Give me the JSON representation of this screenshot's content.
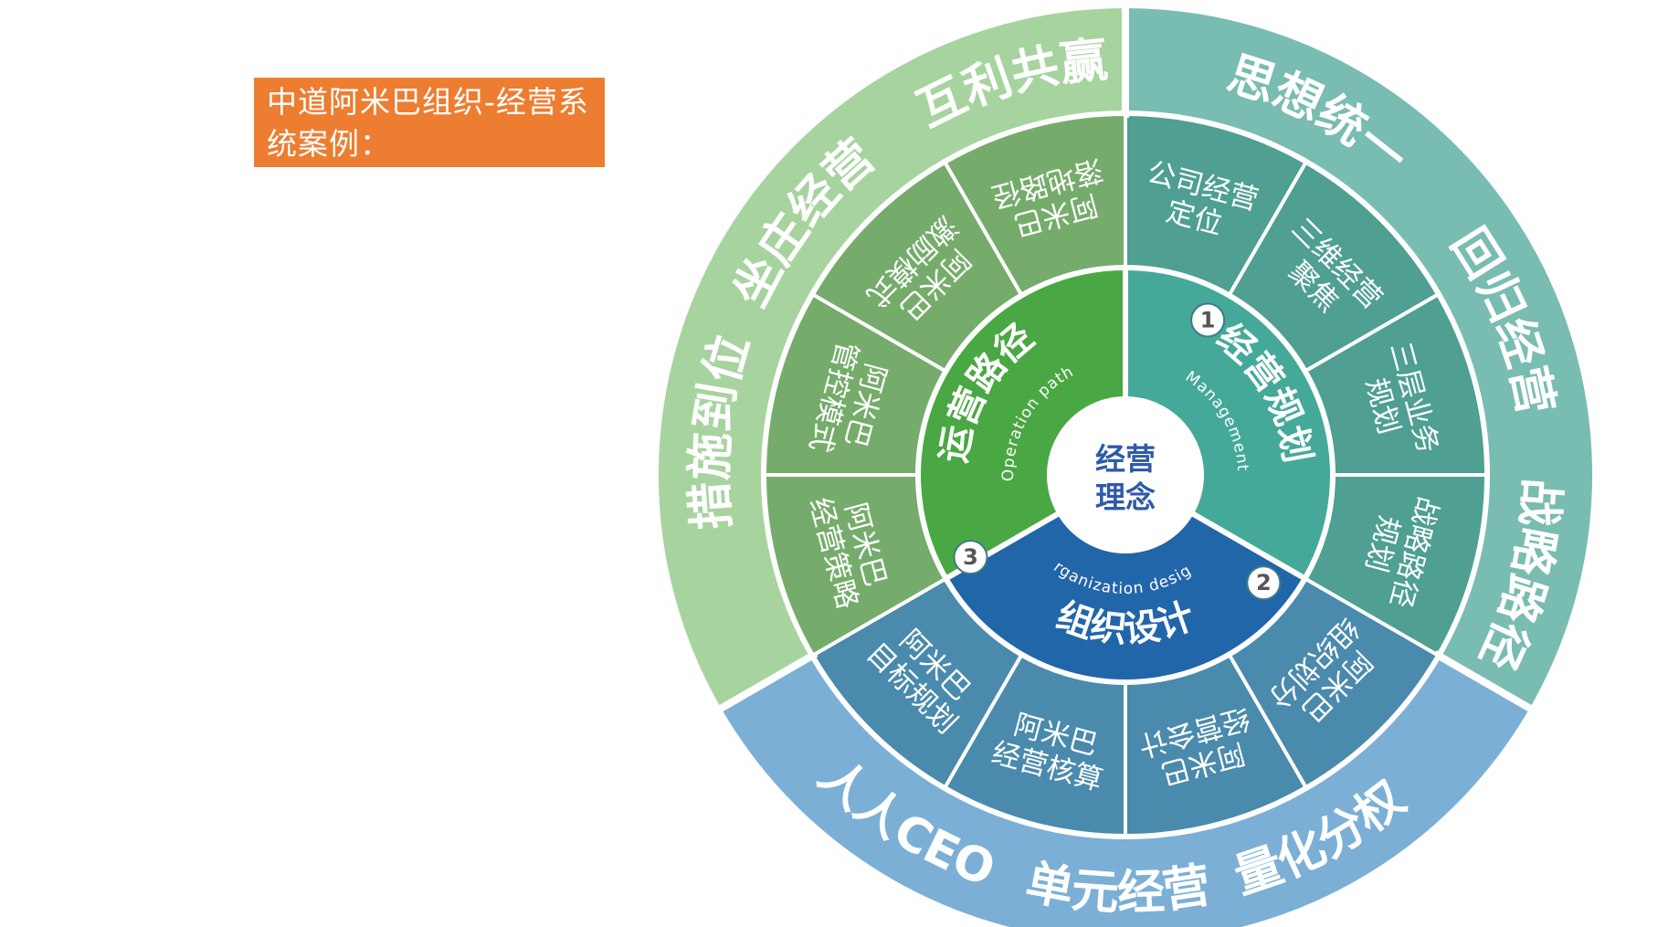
{
  "title": "中道阿米巴组织-经营系统案例：",
  "center": {
    "line1": "经营",
    "line2": "理念"
  },
  "colors": {
    "green_outer": "#a7d39f",
    "green_mid": "#75ac6b",
    "green_inner": "#4aa844",
    "teal_outer": "#79bcb2",
    "teal_mid": "#4f9f92",
    "teal_inner": "#45a99a",
    "blue_outer": "#7bafd6",
    "blue_mid": "#4a8aac",
    "blue_inner": "#2266aa"
  },
  "sectors": [
    {
      "id": "management",
      "number": "1",
      "name": "经营规划",
      "english": "Management",
      "outer": [
        "思想统一",
        "回归经营",
        "战略路径"
      ],
      "items": [
        {
          "line1": "公司经营",
          "line2": "定位"
        },
        {
          "line1": "三维经营",
          "line2": "聚焦"
        },
        {
          "line1": "三层业务",
          "line2": "规划"
        },
        {
          "line1": "战略路径",
          "line2": "规划"
        }
      ]
    },
    {
      "id": "organization",
      "number": "2",
      "name": "组织设计",
      "english": "Organization designs",
      "outer": [
        "量化分权",
        "单元经营",
        "人人CEO"
      ],
      "items": [
        {
          "line1": "阿米巴",
          "line2": "组织划分"
        },
        {
          "line1": "阿米巴",
          "line2": "经营会计"
        },
        {
          "line1": "阿米巴",
          "line2": "经营核算"
        },
        {
          "line1": "阿米巴",
          "line2": "目标规划"
        }
      ]
    },
    {
      "id": "operation",
      "number": "3",
      "name": "运营路径",
      "english": "Operation path",
      "outer": [
        "措施到位",
        "坐庄经营",
        "互利共赢"
      ],
      "items": [
        {
          "line1": "阿米巴",
          "line2": "经营策略"
        },
        {
          "line1": "阿米巴",
          "line2": "管控模式"
        },
        {
          "line1": "阿米巴",
          "line2": "激励模式"
        },
        {
          "line1": "阿米巴",
          "line2": "落地路径"
        }
      ]
    }
  ]
}
